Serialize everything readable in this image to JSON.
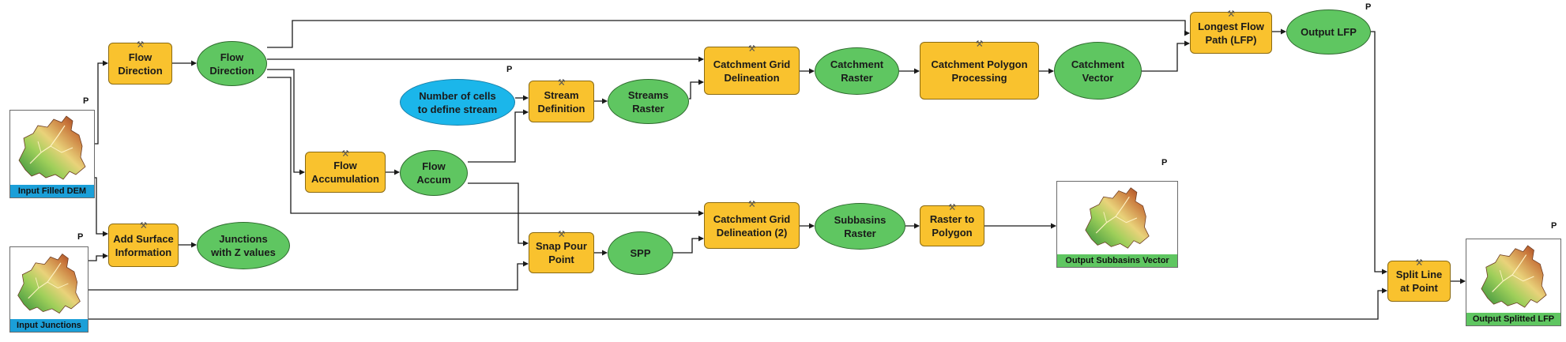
{
  "colors": {
    "tool_fill": "#F9C22E",
    "data_fill": "#5FC661",
    "input_fill": "#1BB6EA",
    "input_caption": "#1B9FD8",
    "output_caption": "#5FC661",
    "connector": "#1a1a1a"
  },
  "inputs": {
    "filled_dem": "Input Filled DEM",
    "junctions": "Input Junctions"
  },
  "tools": {
    "flow_direction": "Flow\nDirection",
    "add_surface_information": "Add Surface\nInformation",
    "flow_accumulation": "Flow\nAccumulation",
    "stream_definition": "Stream\nDefinition",
    "snap_pour_point": "Snap Pour\nPoint",
    "catchment_grid_delineation": "Catchment Grid\nDelineation",
    "catchment_grid_delineation_2": "Catchment Grid\nDelineation (2)",
    "catchment_polygon_processing": "Catchment Polygon\nProcessing",
    "raster_to_polygon": "Raster to\nPolygon",
    "longest_flow_path": "Longest Flow\nPath (LFP)",
    "split_line_at_point": "Split Line\nat Point"
  },
  "data": {
    "flow_direction": "Flow\nDirection",
    "junctions_z": "Junctions\nwith Z values",
    "flow_accum": "Flow\nAccum",
    "number_of_cells": "Number of cells\nto define stream",
    "streams_raster": "Streams\nRaster",
    "spp": "SPP",
    "catchment_raster": "Catchment\nRaster",
    "subbasins_raster": "Subbasins\nRaster",
    "catchment_vector": "Catchment\nVector",
    "output_lfp": "Output LFP"
  },
  "outputs": {
    "subbasins_vector": "Output Subbasins Vector",
    "splitted_lfp": "Output Splitted LFP"
  },
  "parameter_marker": "P",
  "icons": {
    "tool_badge": "hammer-icon",
    "dataset_thumbnail": "watershed-dem-icon"
  }
}
